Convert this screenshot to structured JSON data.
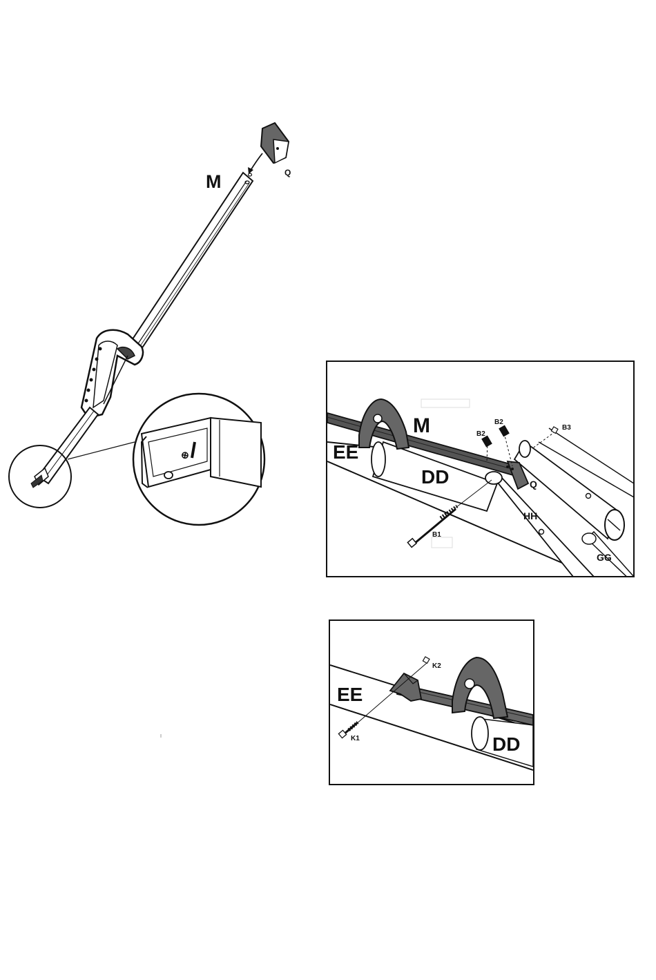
{
  "labels": {
    "m_top": "M",
    "q_top": "Q",
    "m_panel1": "M",
    "ee_panel1": "EE",
    "dd_panel1": "DD",
    "q_panel1": "Q",
    "b1": "B1",
    "b2_left": "B2",
    "b2_right": "B2",
    "b3": "B3",
    "hh": "HH",
    "gg": "GG",
    "ee_panel2": "EE",
    "dd_panel2": "DD",
    "k1": "K1",
    "k2": "K2"
  },
  "colors": {
    "ink": "#111111",
    "dark_part": "#555555",
    "mid_part": "#8a8a8a",
    "paper": "#ffffff"
  }
}
